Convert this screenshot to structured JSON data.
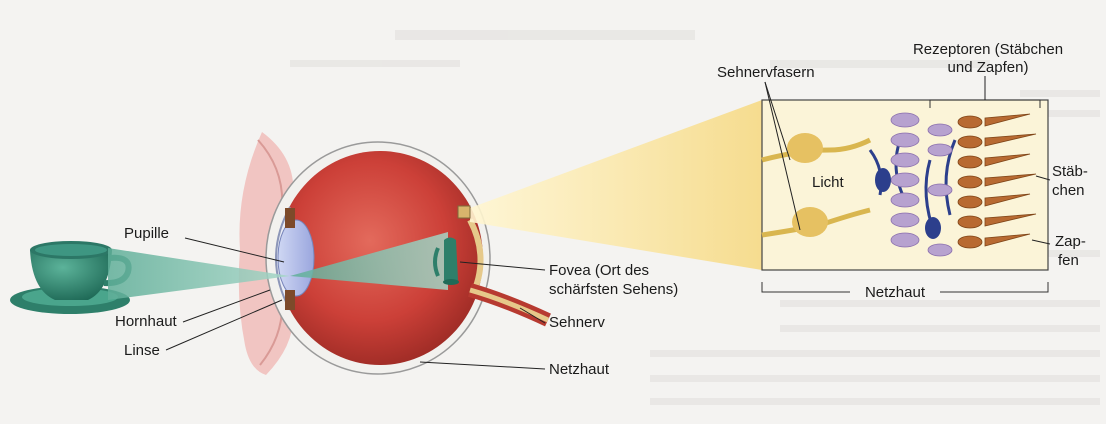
{
  "labels": {
    "pupille": "Pupille",
    "hornhaut": "Hornhaut",
    "linse": "Linse",
    "fovea_line1": "Fovea (Ort des",
    "fovea_line2": "schärfsten Sehens)",
    "sehnerv": "Sehnerv",
    "netzhaut_eye": "Netzhaut",
    "sehnervfasern": "Sehnervfasern",
    "rezeptoren_line1": "Rezeptoren (Stäbchen",
    "rezeptoren_line2": "und Zapfen)",
    "licht": "Licht",
    "staebchen_line1": "Stäb-",
    "staebchen_line2": "chen",
    "zapfen_line1": "Zap-",
    "zapfen_line2": "fen",
    "netzhaut_bracket": "Netzhaut"
  },
  "colors": {
    "background": "#f4f3f1",
    "light_beam": "#7fc0ad",
    "sclera_red": "#c9403a",
    "cup_green": "#2e7f6a",
    "magnified_cone": "#f5dc8c",
    "rod_purple": "#b7a2cf",
    "cone_brown": "#b86a32",
    "bipolar_blue": "#2c3f8c"
  }
}
